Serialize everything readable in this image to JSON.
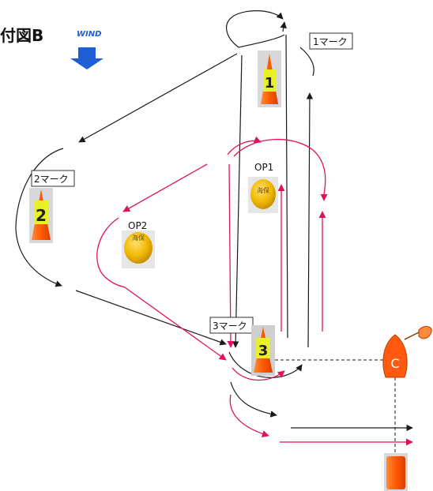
{
  "title": "付図B",
  "wind_label": "WIND",
  "marks": {
    "mark1": {
      "label": "1マーク",
      "buoy_text": "1"
    },
    "mark2": {
      "label": "2マーク",
      "buoy_text": "2"
    },
    "mark3": {
      "label": "3マーク",
      "buoy_text": "3"
    }
  },
  "offsets": {
    "op1": {
      "label": "OP1",
      "buoy_text": "海保"
    },
    "op2": {
      "label": "OP2",
      "buoy_text": "海保"
    }
  },
  "committee_boat": {
    "letter": "C"
  },
  "colors": {
    "course_black": "#1a1a1a",
    "course_pink": "#e0115f",
    "wind_arrow": "#1f5fd6",
    "buoy_orange": "#ff6a1a",
    "buoy_yellow": "#f2c21b",
    "boat_orange": "#ff5a10"
  },
  "icons": {
    "wind": "down-arrow-icon",
    "buoy": "cone-buoy-icon",
    "boat": "committee-boat-icon",
    "flag": "flag-icon"
  }
}
